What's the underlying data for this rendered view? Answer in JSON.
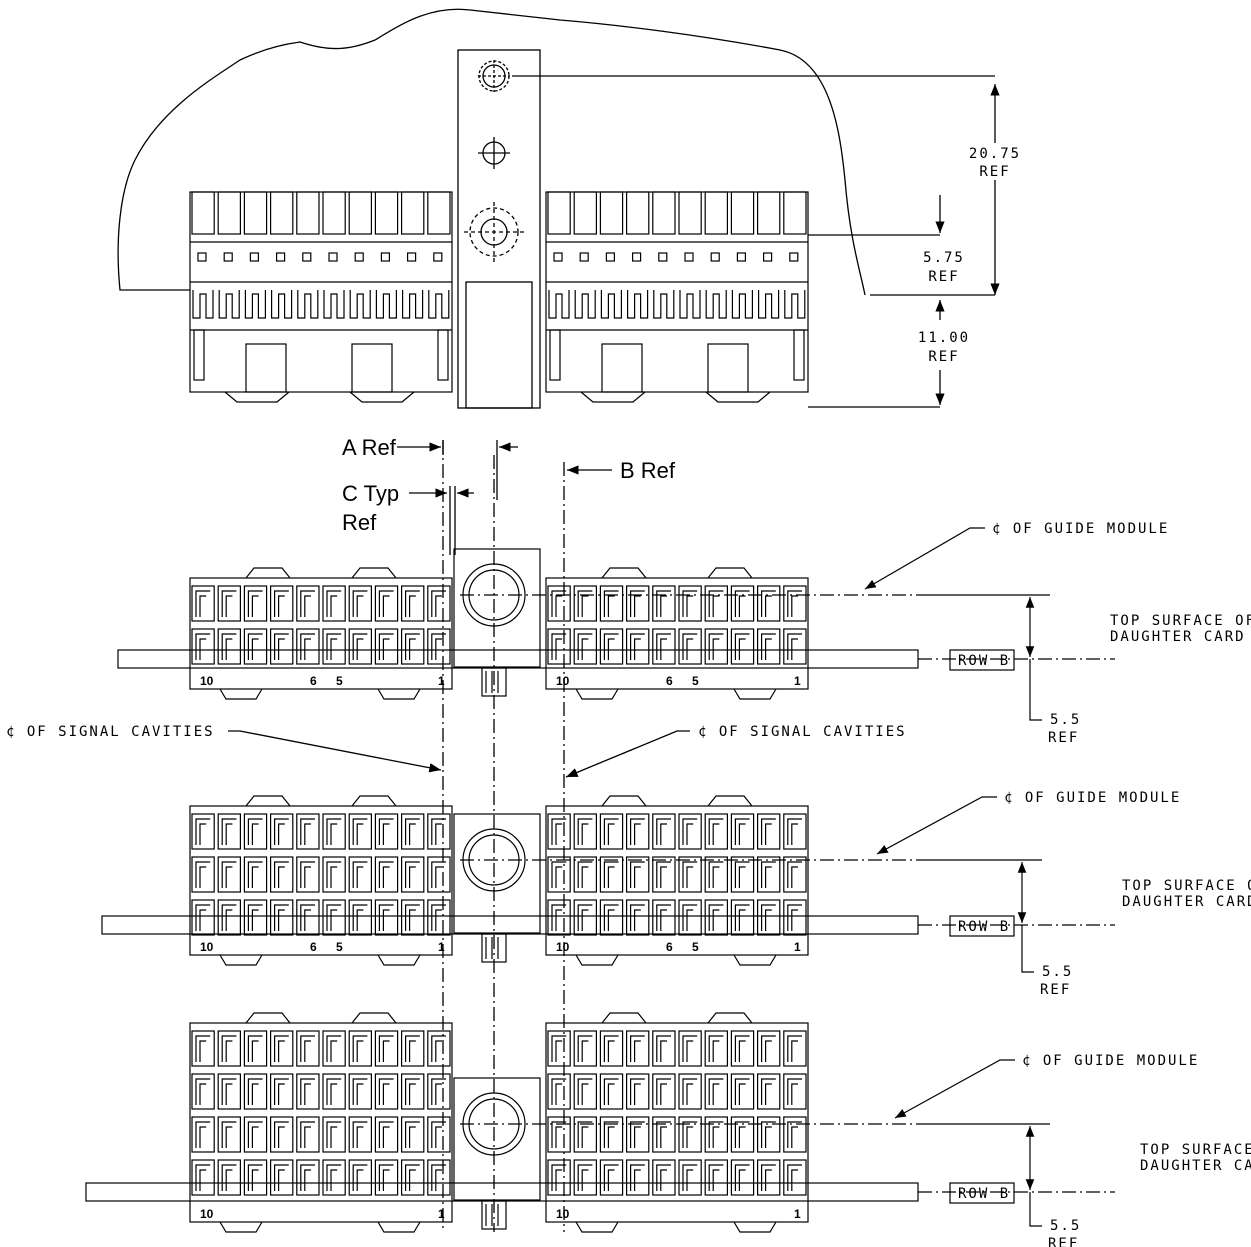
{
  "top_view": {
    "dim_20_75": [
      "20.75",
      "REF"
    ],
    "dim_5_75": [
      "5.75",
      "REF"
    ],
    "dim_11_00": [
      "11.00",
      "REF"
    ]
  },
  "ref_labels": {
    "a_ref": "A Ref",
    "b_ref": "B Ref",
    "c_typ_ref": [
      "C Typ",
      "Ref"
    ]
  },
  "views": [
    {
      "guide_module": "¢ OF GUIDE MODULE",
      "top_surface": [
        "TOP SURFACE OF",
        "DAUGHTER CARD"
      ],
      "row_label": "ROW B",
      "dim": [
        "5.5",
        "REF"
      ],
      "pin_numbers": [
        "10",
        "6",
        "5",
        "1"
      ]
    },
    {
      "guide_module": "¢ OF GUIDE MODULE",
      "top_surface": [
        "TOP SURFACE OF",
        "DAUGHTER CARD"
      ],
      "row_label": "ROW B",
      "dim": [
        "5.5",
        "REF"
      ],
      "pin_numbers": [
        "10",
        "6",
        "5",
        "1"
      ]
    },
    {
      "guide_module": "¢ OF GUIDE MODULE",
      "top_surface": [
        "TOP SURFACE OF",
        "DAUGHTER CARD"
      ],
      "row_label": "ROW B",
      "dim": [
        "5.5",
        "REF"
      ],
      "pin_numbers": [
        "10",
        "1"
      ]
    }
  ],
  "signal_cavities": {
    "left": "¢ OF SIGNAL CAVITIES",
    "right": "¢ OF SIGNAL CAVITIES"
  }
}
